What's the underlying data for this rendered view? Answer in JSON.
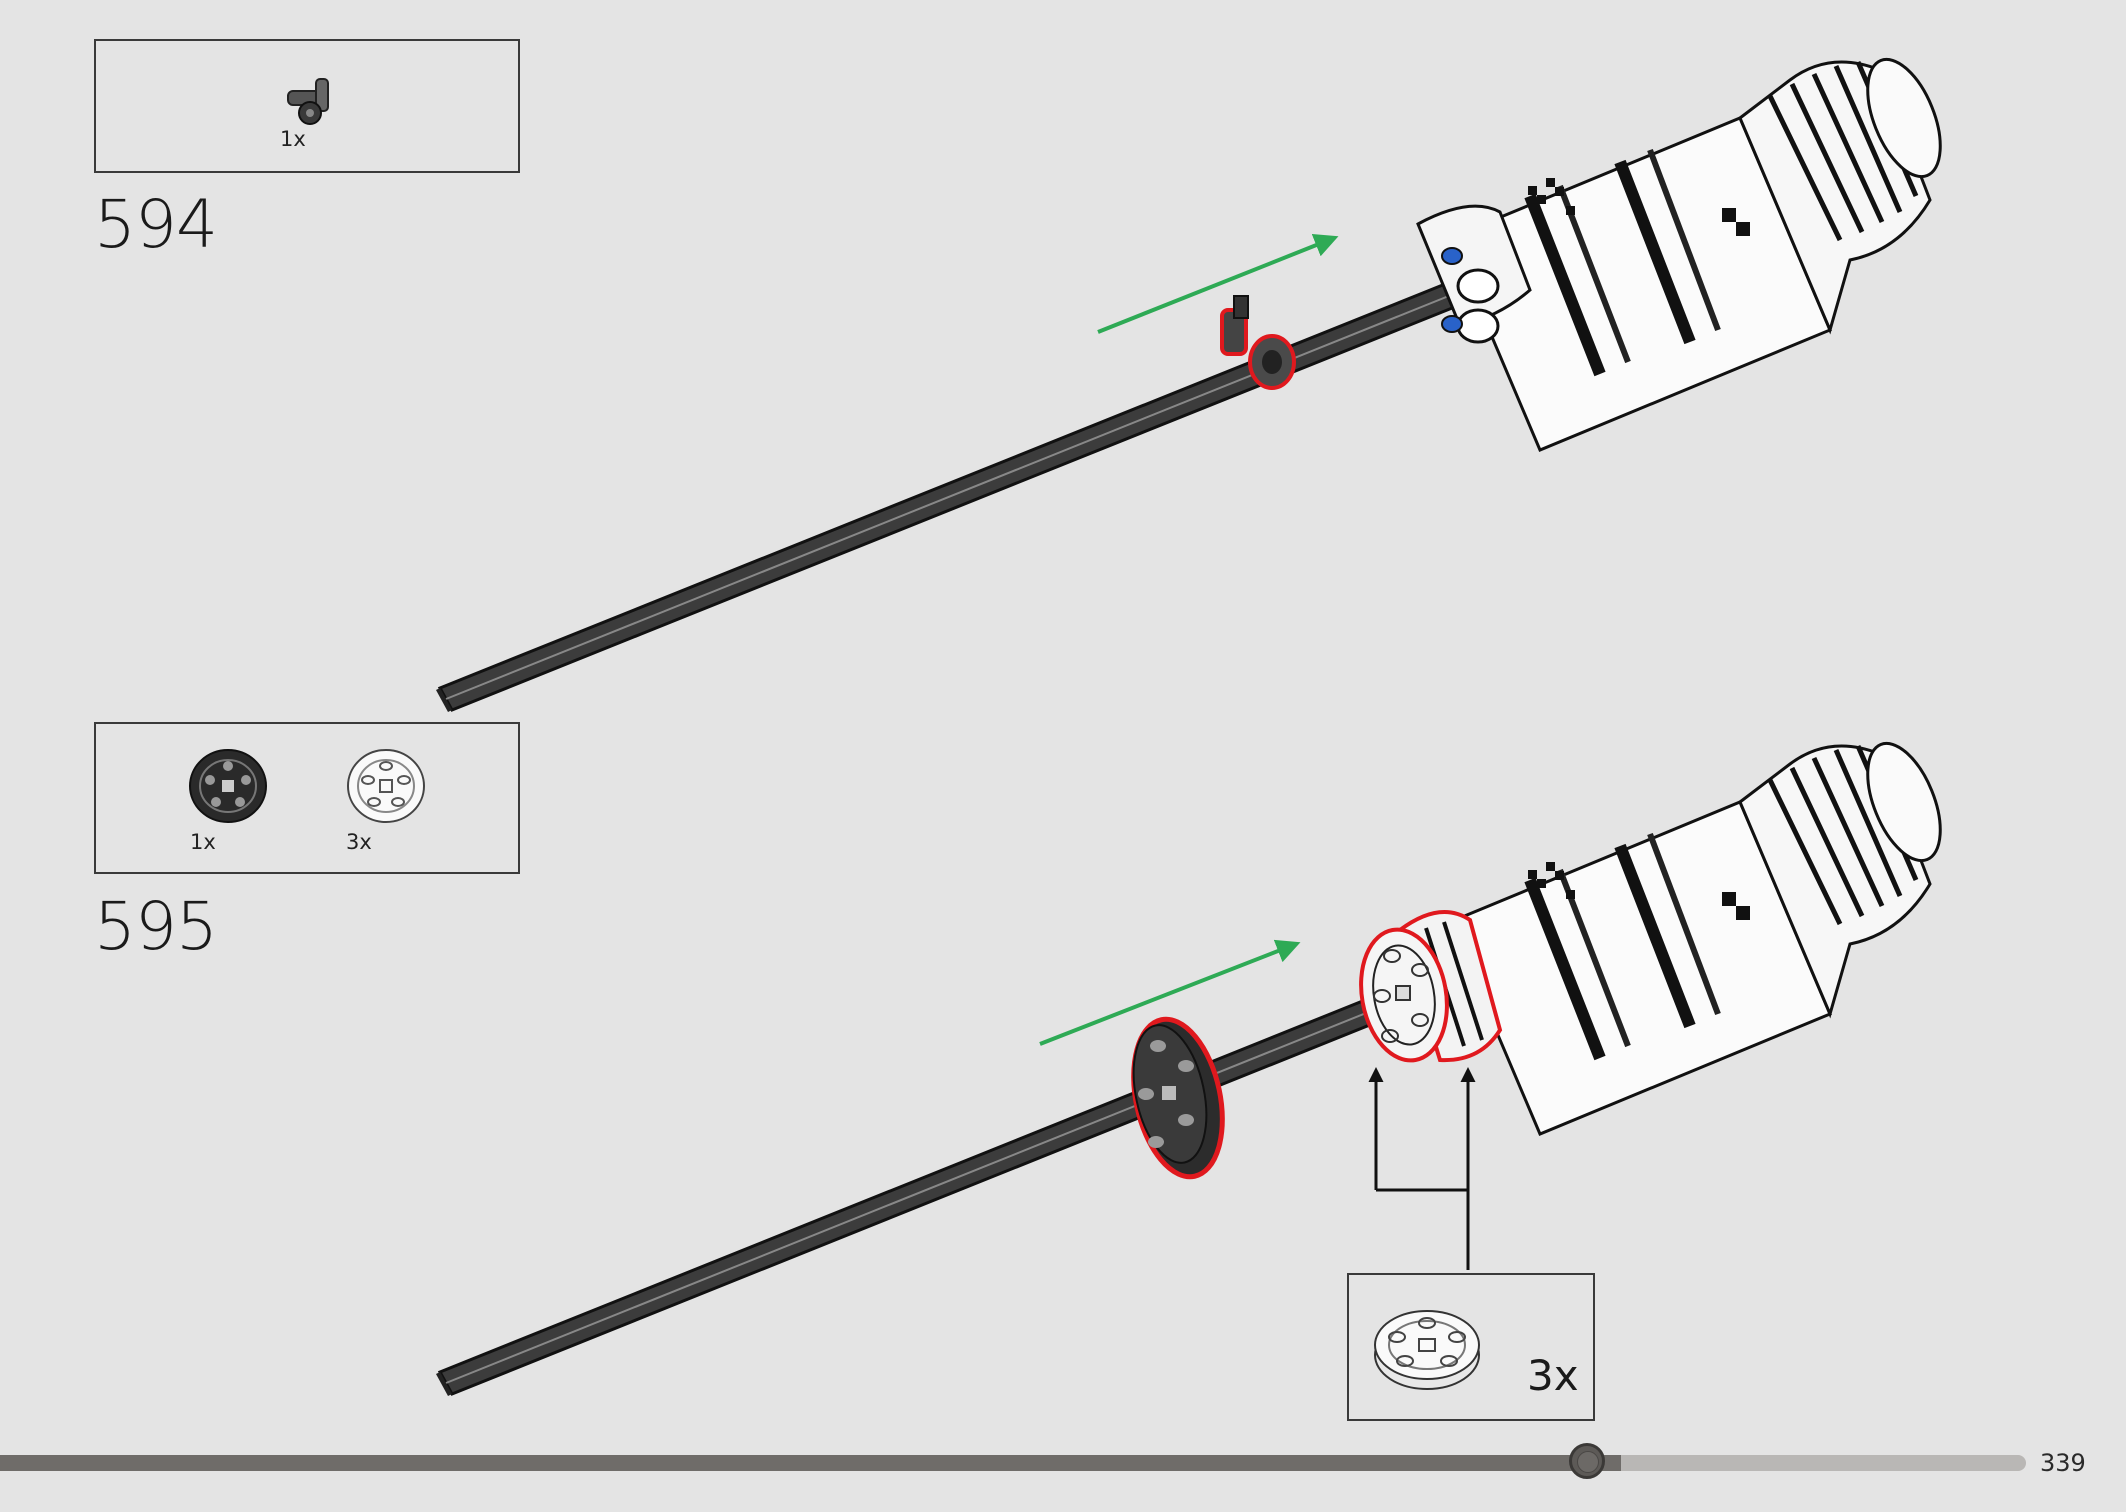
{
  "step1": {
    "number": "594",
    "parts": [
      {
        "qty": "1x",
        "icon": "black-connector-pin-icon"
      }
    ]
  },
  "step2": {
    "number": "595",
    "parts": [
      {
        "qty": "1x",
        "icon": "black-wheel-disc-icon"
      },
      {
        "qty": "3x",
        "icon": "white-wheel-disc-icon"
      }
    ],
    "callout": {
      "qty": "3x",
      "icon": "white-wheel-disc-icon"
    }
  },
  "footer": {
    "page_number": "339",
    "progress": 0.8
  },
  "colors": {
    "background": "#e4e4e4",
    "highlight": "#e0191e",
    "arrow": "#2eaa55",
    "rod": "#3c3c3c"
  }
}
